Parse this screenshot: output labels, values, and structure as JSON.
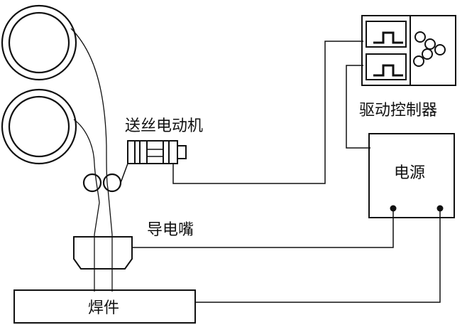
{
  "labels": {
    "motor": "送丝电动机",
    "controller": "驱动控制器",
    "power": "电源",
    "nozzle": "导电嘴",
    "workpiece": "焊件"
  }
}
